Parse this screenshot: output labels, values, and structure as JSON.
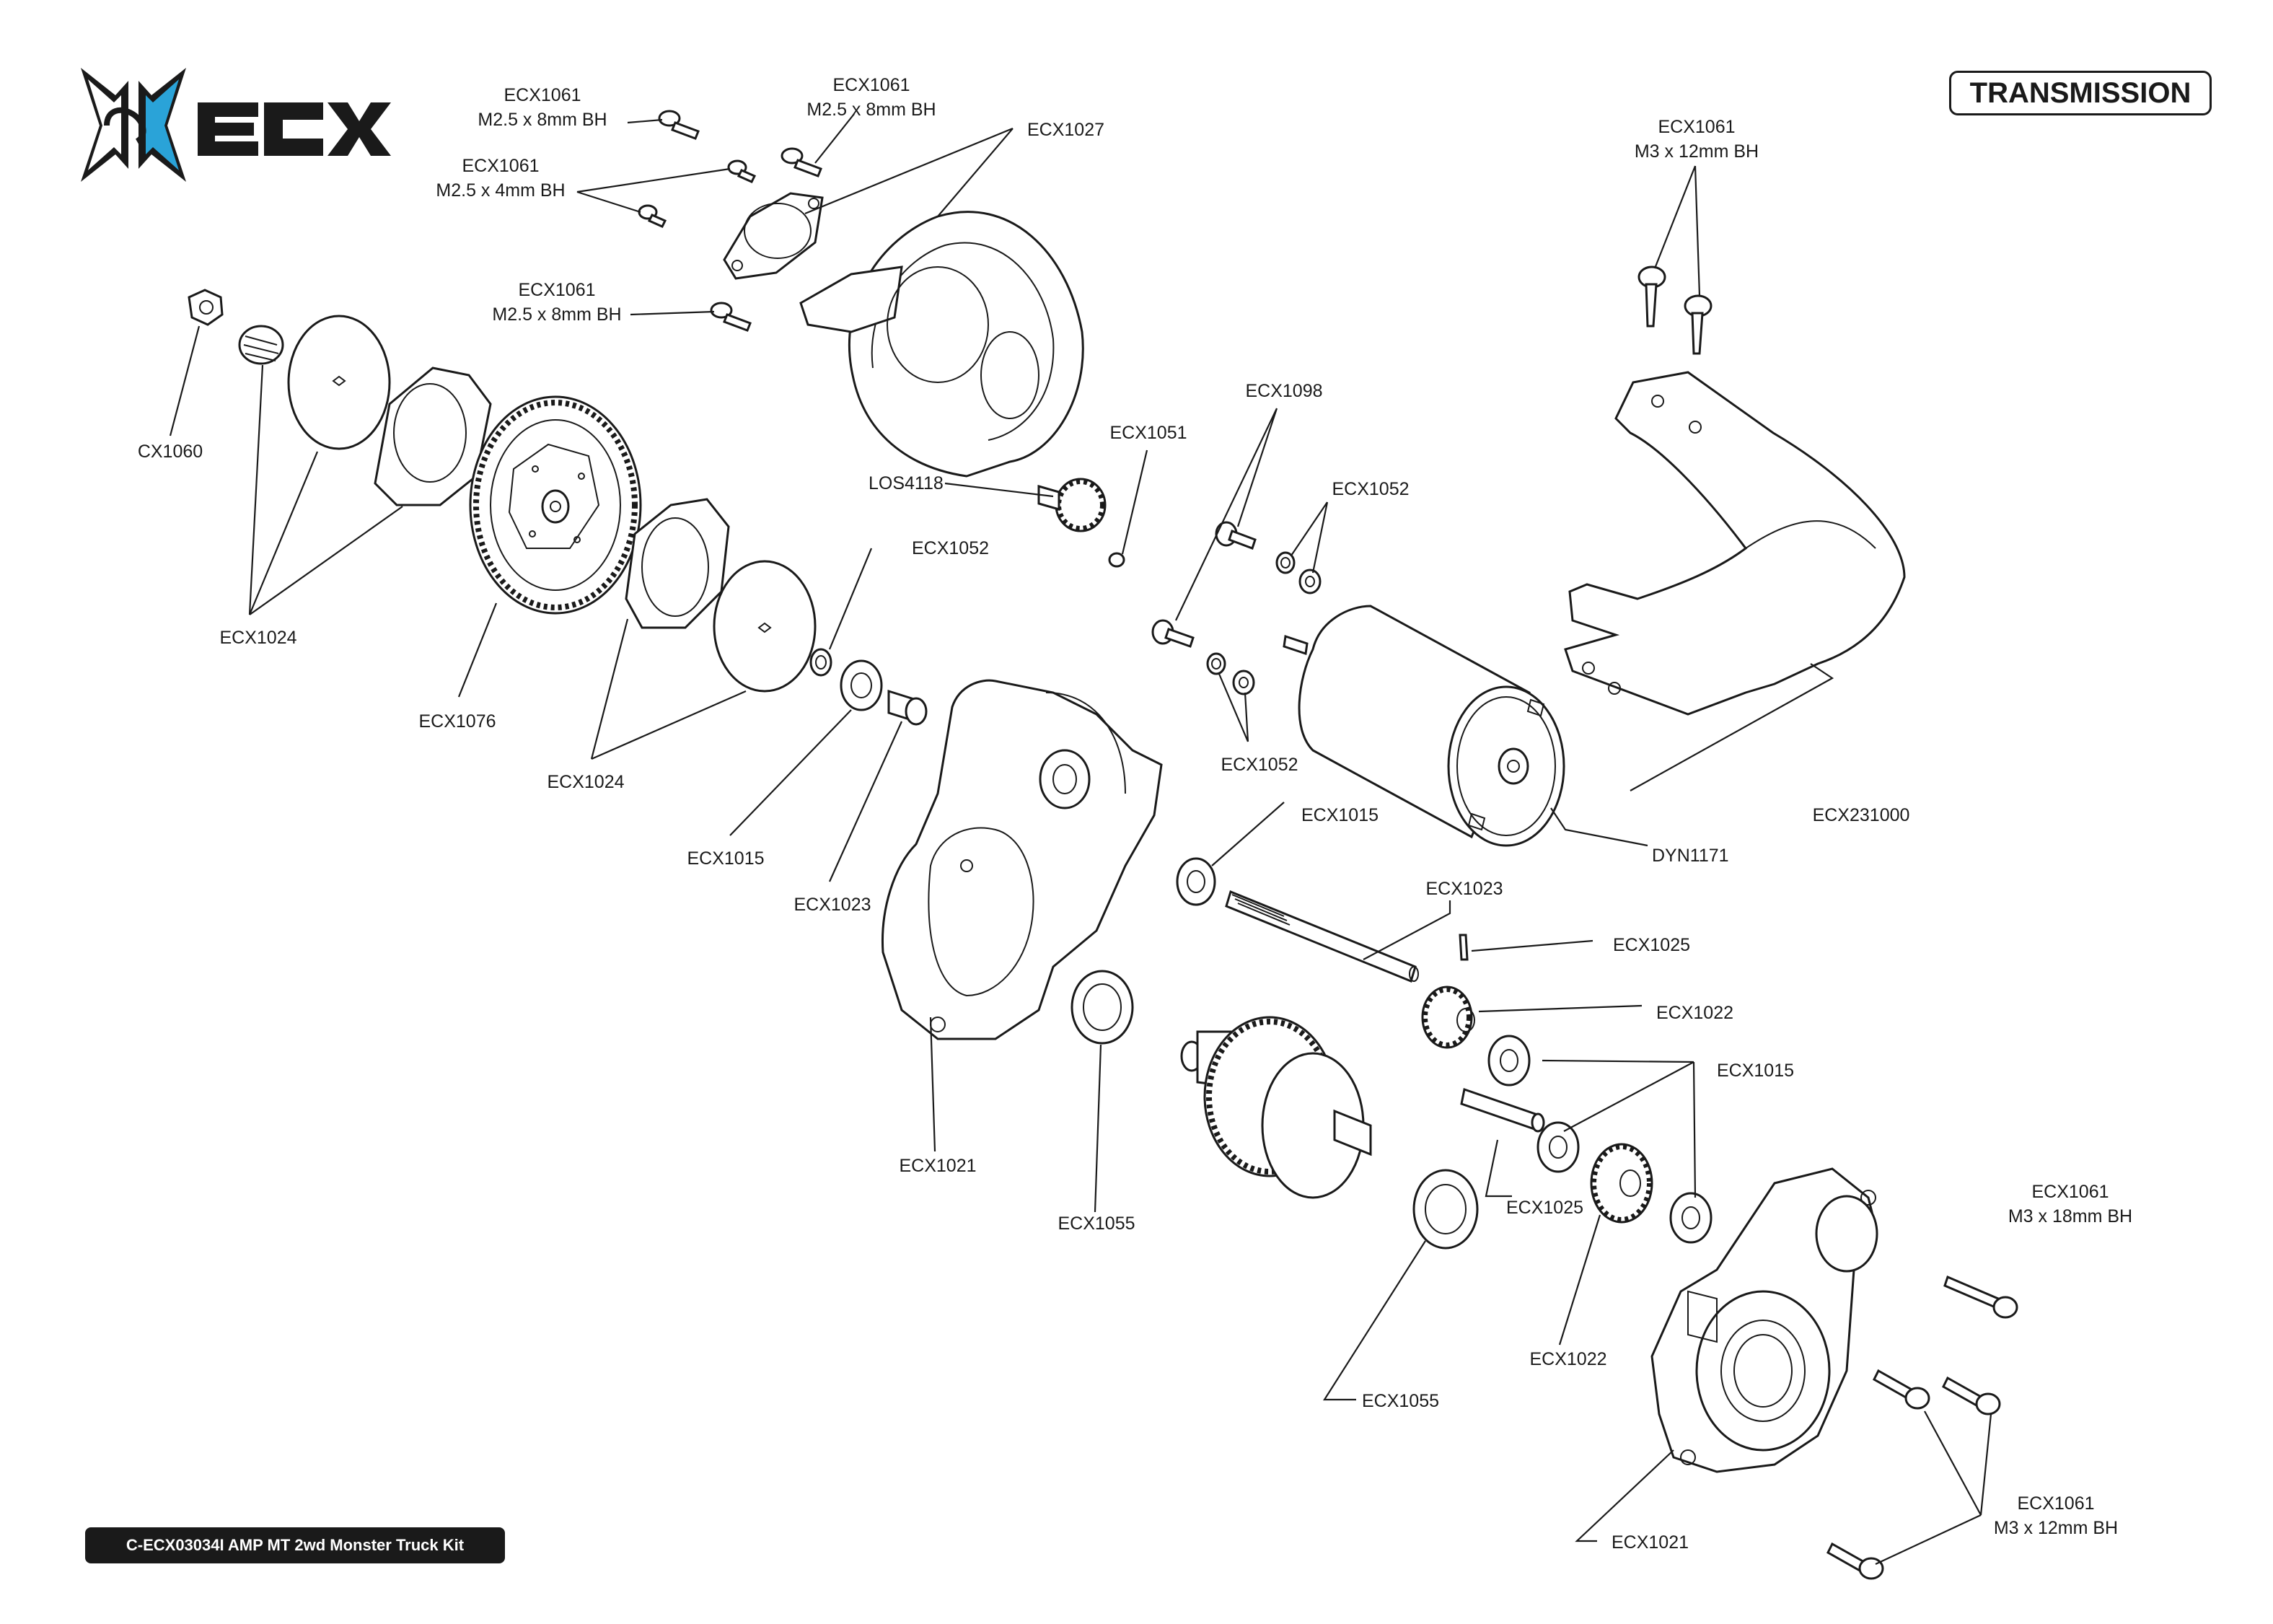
{
  "header": {
    "section_title": "TRANSMISSION"
  },
  "footer": {
    "kit_name": "C-ECX03034I AMP MT 2wd Monster Truck Kit"
  },
  "brand": {
    "logo_text": "ECX",
    "accent_color": "#2aa3d8",
    "ink_color": "#1a1a1a"
  },
  "labels": {
    "screw_a_part": "ECX1061",
    "screw_a_size": "M2.5 x 8mm BH",
    "screw_b_part": "ECX1061",
    "screw_b_size": "M2.5 x 8mm BH",
    "screw_c_part": "ECX1061",
    "screw_c_size": "M2.5 x 4mm BH",
    "screw_d_part": "ECX1061",
    "screw_d_size": "M2.5 x 8mm BH",
    "cover": "ECX1027",
    "screw_e_part": "ECX1061",
    "screw_e_size": "M3 x 12mm BH",
    "nut": "CX1060",
    "slipper_pads_left": "ECX1024",
    "spur_gear": "ECX1076",
    "slipper_pads_right": "ECX1024",
    "pinion": "LOS4118",
    "set_screw": "ECX1051",
    "motor_screw": "ECX1098",
    "washer_top": "ECX1052",
    "washer_mid": "ECX1052",
    "washer_bottom": "ECX1052",
    "bearing_left": "ECX1015",
    "spacer_left": "ECX1023",
    "bearing_mid": "ECX1015",
    "top_shaft": "ECX1023",
    "motor": "DYN1171",
    "motor_plate": "ECX231000",
    "pin_top": "ECX1025",
    "idler_gear_top": "ECX1022",
    "bearing_right": "ECX1015",
    "case_left": "ECX1021",
    "bearing_large_left": "ECX1055",
    "pin_bottom": "ECX1025",
    "idler_gear_bottom": "ECX1022",
    "bearing_large_right": "ECX1055",
    "case_right": "ECX1021",
    "screw_f_part": "ECX1061",
    "screw_f_size": "M3 x 18mm BH",
    "screw_g_part": "ECX1061",
    "screw_g_size": "M3 x 12mm BH"
  }
}
